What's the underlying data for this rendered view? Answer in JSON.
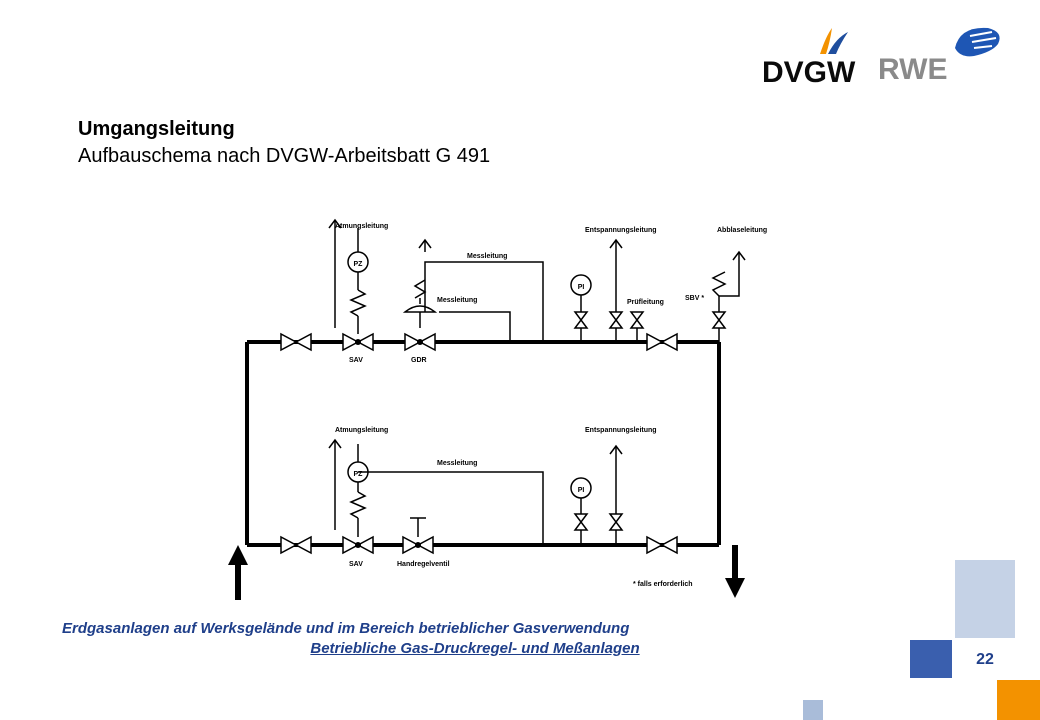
{
  "logos": {
    "dvgw": "DVGW",
    "rwe": "RWE"
  },
  "title": "Umgangsleitung",
  "subtitle": "Aufbauschema nach DVGW-Arbeitsbatt G 491",
  "diagram": {
    "labels": {
      "atmung_top": "Atmungsleitung",
      "mess_top": "Messleitung",
      "mess_inner_top": "Messleitung",
      "entspannung_top": "Entspannungsleitung",
      "abblase": "Abblaseleitung",
      "pruef": "Prüfleitung",
      "sbv": "SBV *",
      "pz_top": "PZ",
      "pi_top": "PI",
      "sav_top": "SAV",
      "gdr": "GDR",
      "atmung_bottom": "Atmungsleitung",
      "mess_bottom": "Messleitung",
      "entspannung_bottom": "Entspannungsleitung",
      "pz_bottom": "PZ",
      "pi_bottom": "PI",
      "sav_bottom": "SAV",
      "handregel": "Handregelventil",
      "falls": "* falls erforderlich"
    }
  },
  "footer": {
    "line1": "Erdgasanlagen auf Werksgelände und im Bereich betrieblicher Gasverwendung",
    "line2": "Betriebliche Gas-Druckregel- und Meßanlagen"
  },
  "page_number": "22",
  "colors": {
    "dvgw_text": "#0a0a0a",
    "dvgw_orange": "#f39200",
    "dvgw_blue": "#1f4e9e",
    "rwe_text": "#8a8a8a",
    "rwe_blue": "#1e56b4",
    "footer_text": "#1f3f8a",
    "sq_light": "#c5d2e6",
    "sq_blue": "#3a5fae",
    "sq_orange": "#f39200",
    "sq_pale": "#a9bcd9"
  }
}
